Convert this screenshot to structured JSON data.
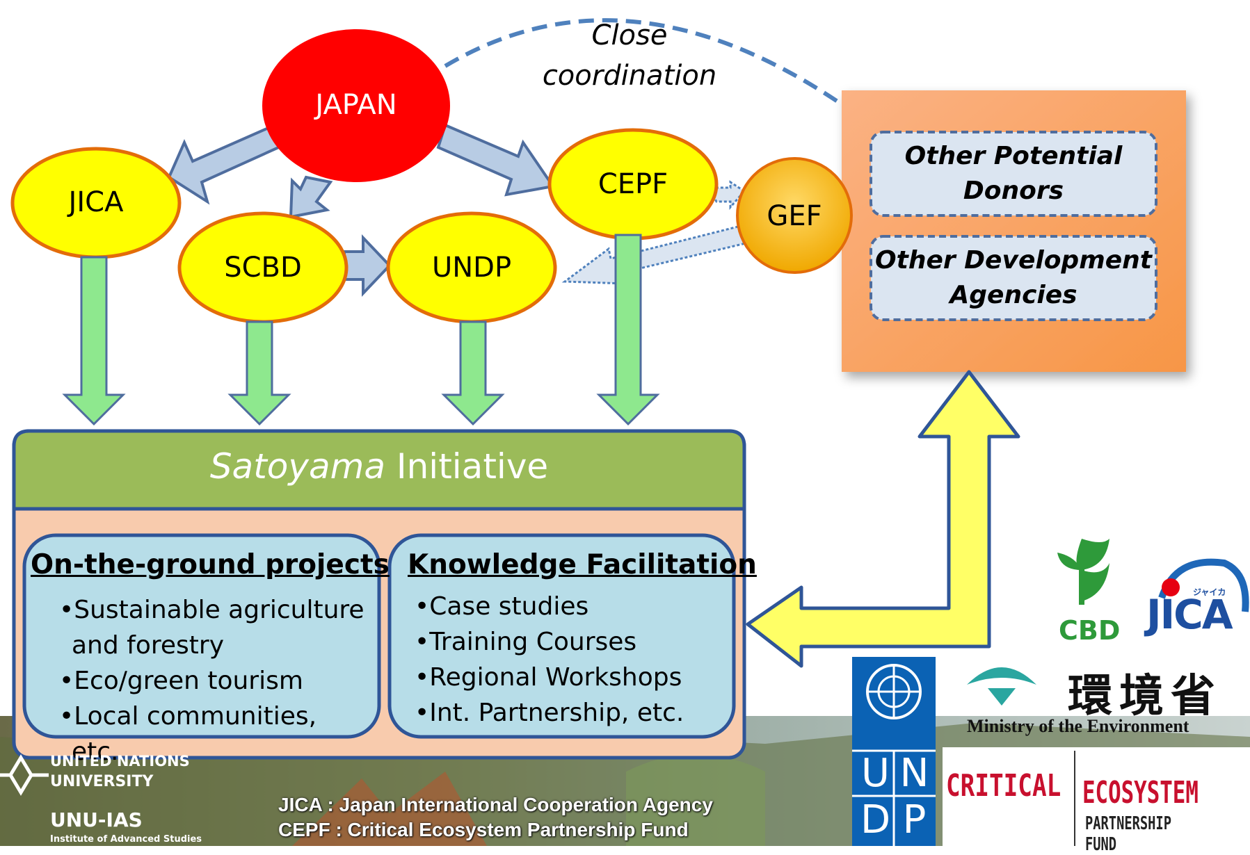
{
  "close_coordination": [
    "Close",
    "coordination"
  ],
  "nodes": {
    "japan": "JAPAN",
    "jica": "JICA",
    "scbd": "SCBD",
    "undp": "UNDP",
    "cepf": "CEPF",
    "gef": "GEF"
  },
  "donor_boxes": {
    "other_donors": [
      "Other Potential",
      "Donors"
    ],
    "other_agencies": [
      "Other Development",
      "Agencies"
    ]
  },
  "satoyama": {
    "title_italic": "Satoyama",
    "title_rest": " Initiative"
  },
  "panels": {
    "ground": {
      "title": "On-the-ground projects",
      "items": [
        "Sustainable agriculture and forestry",
        "Eco/green tourism",
        "Local communities, etc."
      ]
    },
    "knowledge": {
      "title": "Knowledge Facilitation",
      "items": [
        "Case studies",
        "Training Courses",
        "Regional Workshops",
        "Int. Partnership, etc."
      ]
    }
  },
  "footer": {
    "jica_def": "JICA : Japan International Cooperation Agency",
    "cepf_def": "CEPF : Critical Ecosystem Partnership Fund"
  },
  "logos": {
    "unu_line1": "UNITED NATIONS",
    "unu_line2": "UNIVERSITY",
    "unu_ias": "UNU-IAS",
    "unu_ias_sub": "Institute of Advanced Studies",
    "cbd": "CBD",
    "jica": "JICA",
    "jica_kana": "ジャイカ",
    "moe_jp": "環境省",
    "moe_en": "Ministry of the Environment",
    "undp_letters": [
      "U",
      "N",
      "D",
      "P"
    ],
    "cepf_critical": "CRITICAL",
    "cepf_ecosystem": "ECOSYSTEM",
    "cepf_partnership": "PARTNERSHIP FUND"
  },
  "colors": {
    "japan": "#ff0000",
    "agency_fill": "#ffff00",
    "agency_border": "#e36c09",
    "gef_fill": "#ffc000",
    "green_arrow": "#8ee88e",
    "satoyama_header": "#9bbb59",
    "satoyama_body": "#f8cbad",
    "panel_fill": "#b7dde8",
    "donor_panel": "#f79646",
    "yellow_arrow": "#ffff66"
  }
}
